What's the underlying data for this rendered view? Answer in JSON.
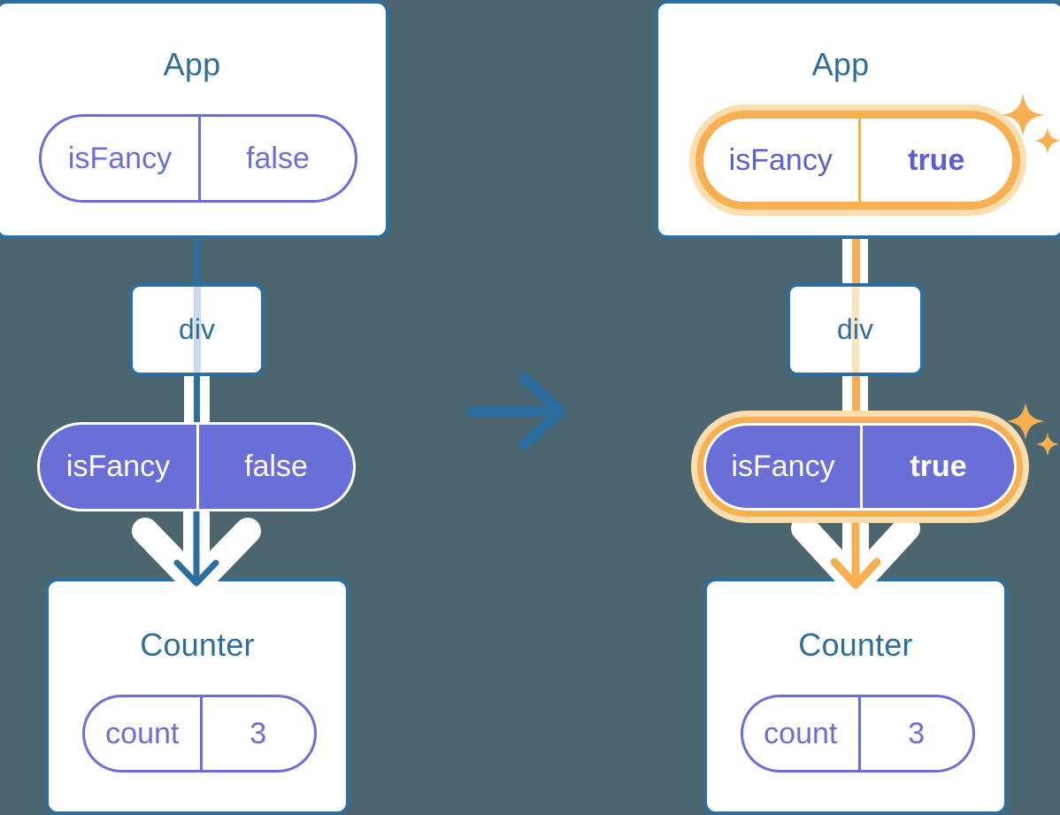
{
  "diagram": {
    "title": "React state propagation: isFancy false to true",
    "background_color": "#4c6670",
    "accent_blue": "#2d6e9e",
    "accent_purple": "#6a6fd8",
    "accent_orange": "#f6b052",
    "accent_orange_glow": "#fbddb0"
  },
  "panels": [
    {
      "id": "before",
      "app": {
        "title": "App",
        "state": {
          "key": "isFancy",
          "value": "false",
          "highlighted": false,
          "bold_value": false
        }
      },
      "host": {
        "label": "div"
      },
      "prop": {
        "key": "isFancy",
        "value": "false",
        "highlighted": false,
        "bold_value": false
      },
      "counter": {
        "title": "Counter",
        "state": {
          "key": "count",
          "value": "3",
          "highlighted": false,
          "bold_value": false
        }
      }
    },
    {
      "id": "after",
      "app": {
        "title": "App",
        "state": {
          "key": "isFancy",
          "value": "true",
          "highlighted": true,
          "bold_value": true
        }
      },
      "host": {
        "label": "div"
      },
      "prop": {
        "key": "isFancy",
        "value": "true",
        "highlighted": true,
        "bold_value": true
      },
      "counter": {
        "title": "Counter",
        "state": {
          "key": "count",
          "value": "3",
          "highlighted": false,
          "bold_value": false
        }
      }
    }
  ],
  "transition": {
    "icon": "arrow-right-icon",
    "color": "#2d6e9e"
  },
  "sparkles": {
    "icon": "sparkle-icon",
    "color": "#f6b052",
    "count": 2
  }
}
